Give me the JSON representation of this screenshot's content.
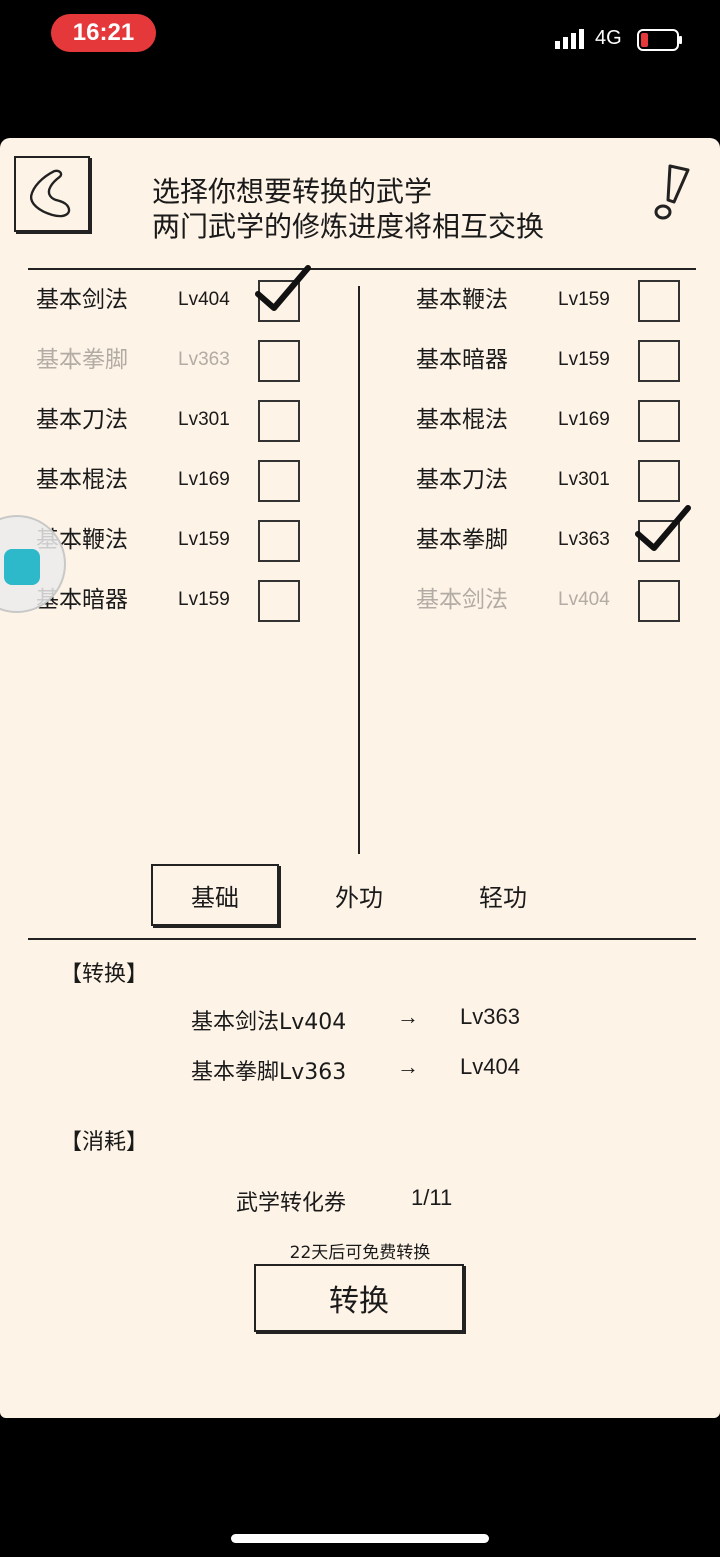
{
  "status_bar": {
    "time": "16:21",
    "network": "4G",
    "battery_color": "#e5383b"
  },
  "header": {
    "line1": "选择你想要转换的武学",
    "line2": "两门武学的修炼进度将相互交换"
  },
  "left_list": [
    {
      "name": "基本剑法",
      "level": "Lv404",
      "checked": true,
      "disabled": false
    },
    {
      "name": "基本拳脚",
      "level": "Lv363",
      "checked": false,
      "disabled": true
    },
    {
      "name": "基本刀法",
      "level": "Lv301",
      "checked": false,
      "disabled": false
    },
    {
      "name": "基本棍法",
      "level": "Lv169",
      "checked": false,
      "disabled": false
    },
    {
      "name": "基本鞭法",
      "level": "Lv159",
      "checked": false,
      "disabled": false
    },
    {
      "name": "基本暗器",
      "level": "Lv159",
      "checked": false,
      "disabled": false
    }
  ],
  "right_list": [
    {
      "name": "基本鞭法",
      "level": "Lv159",
      "checked": false,
      "disabled": false
    },
    {
      "name": "基本暗器",
      "level": "Lv159",
      "checked": false,
      "disabled": false
    },
    {
      "name": "基本棍法",
      "level": "Lv169",
      "checked": false,
      "disabled": false
    },
    {
      "name": "基本刀法",
      "level": "Lv301",
      "checked": false,
      "disabled": false
    },
    {
      "name": "基本拳脚",
      "level": "Lv363",
      "checked": true,
      "disabled": false
    },
    {
      "name": "基本剑法",
      "level": "Lv404",
      "checked": false,
      "disabled": true
    }
  ],
  "tabs": [
    {
      "label": "基础",
      "active": true
    },
    {
      "label": "外功",
      "active": false
    },
    {
      "label": "轻功",
      "active": false
    }
  ],
  "conversion": {
    "title": "【转换】",
    "rows": [
      {
        "from": "基本剑法Lv404",
        "arrow": "→",
        "to": "Lv363"
      },
      {
        "from": "基本拳脚Lv363",
        "arrow": "→",
        "to": "Lv404"
      }
    ]
  },
  "cost": {
    "title": "【消耗】",
    "item": "武学转化券",
    "amount": "1/11"
  },
  "free_note": "22天后可免费转换",
  "convert_button": "转换"
}
